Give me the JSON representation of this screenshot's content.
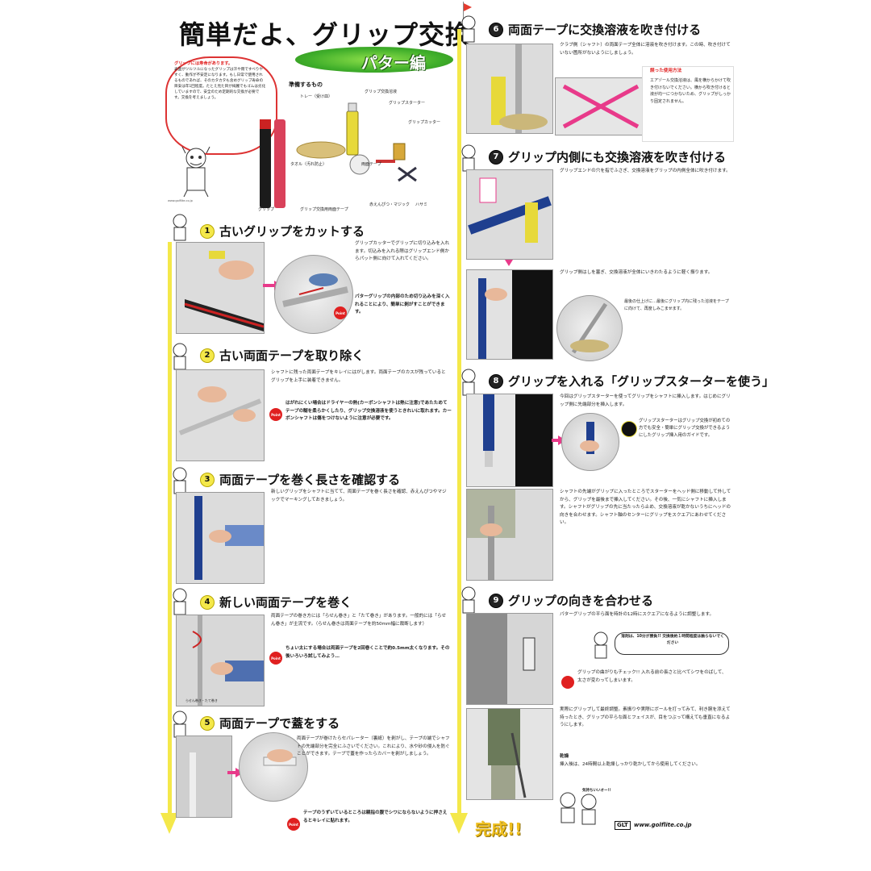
{
  "header": {
    "title": "簡単だよ、グリップ交換",
    "subtitle": "パター編"
  },
  "intro": {
    "bubble_title": "グリップには寿命があります。",
    "bubble_body": "表面がツルツルになったグリップは汗や雨ですべりやすく、動作が不安定になります。もし日常で使用されるものであれば、そのカタカタも含めグリップ寿命の目安は年1回程度。たとえ見た目が綺麗でもゴムは劣化していますので、安全のため定期的な交換が必要です。交換を考えましょう。",
    "prof_caption": "www.golflite.co.jp"
  },
  "prep": {
    "title": "準備するもの",
    "items": [
      "トレー（受け皿）",
      "グリップ交換溶液",
      "グリップスターター",
      "グリップカッター",
      "タオル（汚れ防止）",
      "両面テープ",
      "グリップ",
      "グリップ交換用両面テープ",
      "赤えんぴつ・マジック",
      "ハサミ"
    ]
  },
  "steps": [
    {
      "num": "1",
      "title": "古いグリップをカットする",
      "text": "グリップカッターでグリップに切り込みを入れます。切込みを入れる際はグリップエンド側からパット側に向けて入れてください。",
      "point": "パターグリップの内部のため切り込みを深く入れることにより、簡単に剥がすことができます。",
      "badge": "Point"
    },
    {
      "num": "2",
      "title": "古い両面テープを取り除く",
      "text": "シャフトに残った両面テープをキレイにはがします。両面テープのカスが残っているとグリップを上手に装着できません。",
      "point": "はがれにくい場合はドライヤーの熱(カーボンシャフトは熱に注意)であたためてテープの糊を柔らかくしたり、グリップ交換溶液を使うときれいに取れます。カーボンシャフトは傷をつけないように注意が必要です。",
      "badge": "Point"
    },
    {
      "num": "3",
      "title": "両面テープを巻く長さを確認する",
      "text": "新しいグリップをシャフトに当てて、両面テープを巻く長さを確認、赤えんぴつやマジックでマーキングしておきましょう。"
    },
    {
      "num": "4",
      "title": "新しい両面テープを巻く",
      "text": "両面テープの巻き方には「らせん巻き」と「たて巻き」があります。一般的には「らせん巻き」が主流です。（らせん巻きは両面テープを約50mm幅に裁断します）",
      "point": "ちょい太にする場合は両面テープを2回巻くことで約0.5mm太くなります。その後いろいろ試してみよう…",
      "badge": "Point",
      "photo_caption": "らせん巻き・たて巻き"
    },
    {
      "num": "5",
      "title": "両面テープで蓋をする",
      "text": "両面テープが巻けたらセパレーター（裏紙）を剥がし、テープの端でシャフトの先端部分を完全にふさいでください。これにより、水や砂の侵入を防ぐことができます。テープで蓋を作ったらカバーを剥がしましょう。",
      "point": "テープのうずいているところは親指の腹でシワにならないように押さえるとキレイに貼れます。",
      "badge": "Point"
    },
    {
      "num": "6",
      "title": "両面テープに交換溶液を吹き付ける",
      "text": "クラブ側（シャフト）の両面テープ全体に溶液を吹き付けます。この時、吹き付けていない箇所がないようにしましょう。",
      "wrong_title": "誤った使用方法",
      "wrong_text": "エアゾール交換溶液は、風を横からかけて吹き付けないでください。横から吹き付けると液が均一につかないため、グリップがしっかり固定されません。"
    },
    {
      "num": "7",
      "title": "グリップ内側にも交換溶液を吹き付ける",
      "text": "グリップエンドの穴を指でふさぎ、交換溶液をグリップの内側全体に吹き付けます。",
      "text2": "グリップ側はしを塞ぎ、交換溶液が全体にいきわたるように軽く振ります。",
      "note": "最後の仕上げに…最後にグリップ内に残った溶液をテープに向けて、再度しみこませます。"
    },
    {
      "num": "8",
      "title": "グリップを入れる「グリップスターターを使う」",
      "text": "今回はグリップスターターを使ってグリップをシャフトに挿入します。はじめにグリップ側に先端部分を挿入します。",
      "tip": "グリップスターターはグリップ交換が初めての方でも安全・簡単にグリップ交換ができるようにしたグリップ挿入用のガイドです。",
      "text2": "シャフトの先端がグリップに入ったところでスターターをヘッド側に移動して外してから、グリップを最後まで挿入してください。その後、一気にシャフトに挿入します。シャフトがグリップの先に当たったら止め、交換溶液が乾かないうちにヘッドの向きを合わせます。シャフト軸のセンターにグリップをスクエアにあわせてください。"
    },
    {
      "num": "9",
      "title": "グリップの向きを合わせる",
      "text": "パターグリップの平ら面を時計の12時にスクエアになるように調整します。",
      "balloon": "溶剤は、10分が勝負!! 交換後約１時間程度は触らないでください",
      "check": "グリップの曲がりもチェック!! 入れる前の長さと比べてシワをのばして、太さが変わってしまいます。",
      "text2": "実際にグリップして最終調整。素振りや実際にボールを打ってみて、利き腕を添えて持ったとき、グリップの平らな面とフェイスが、目をつぶって構えても垂直になるようにします。",
      "caution_title": "乾燥",
      "caution": "挿入後は、24時間以上乾燥しっかり乾かしてから使用してください。"
    }
  ],
  "footer": {
    "done": "完成!!",
    "url": "www.golflite.co.jp",
    "logo": "GLT",
    "small_bubble": "気持ちいいオー!!"
  },
  "colors": {
    "accent_yellow": "#f4e84a",
    "pink": "#e83a8a",
    "red": "#e02020",
    "green": "#3fae2a"
  }
}
